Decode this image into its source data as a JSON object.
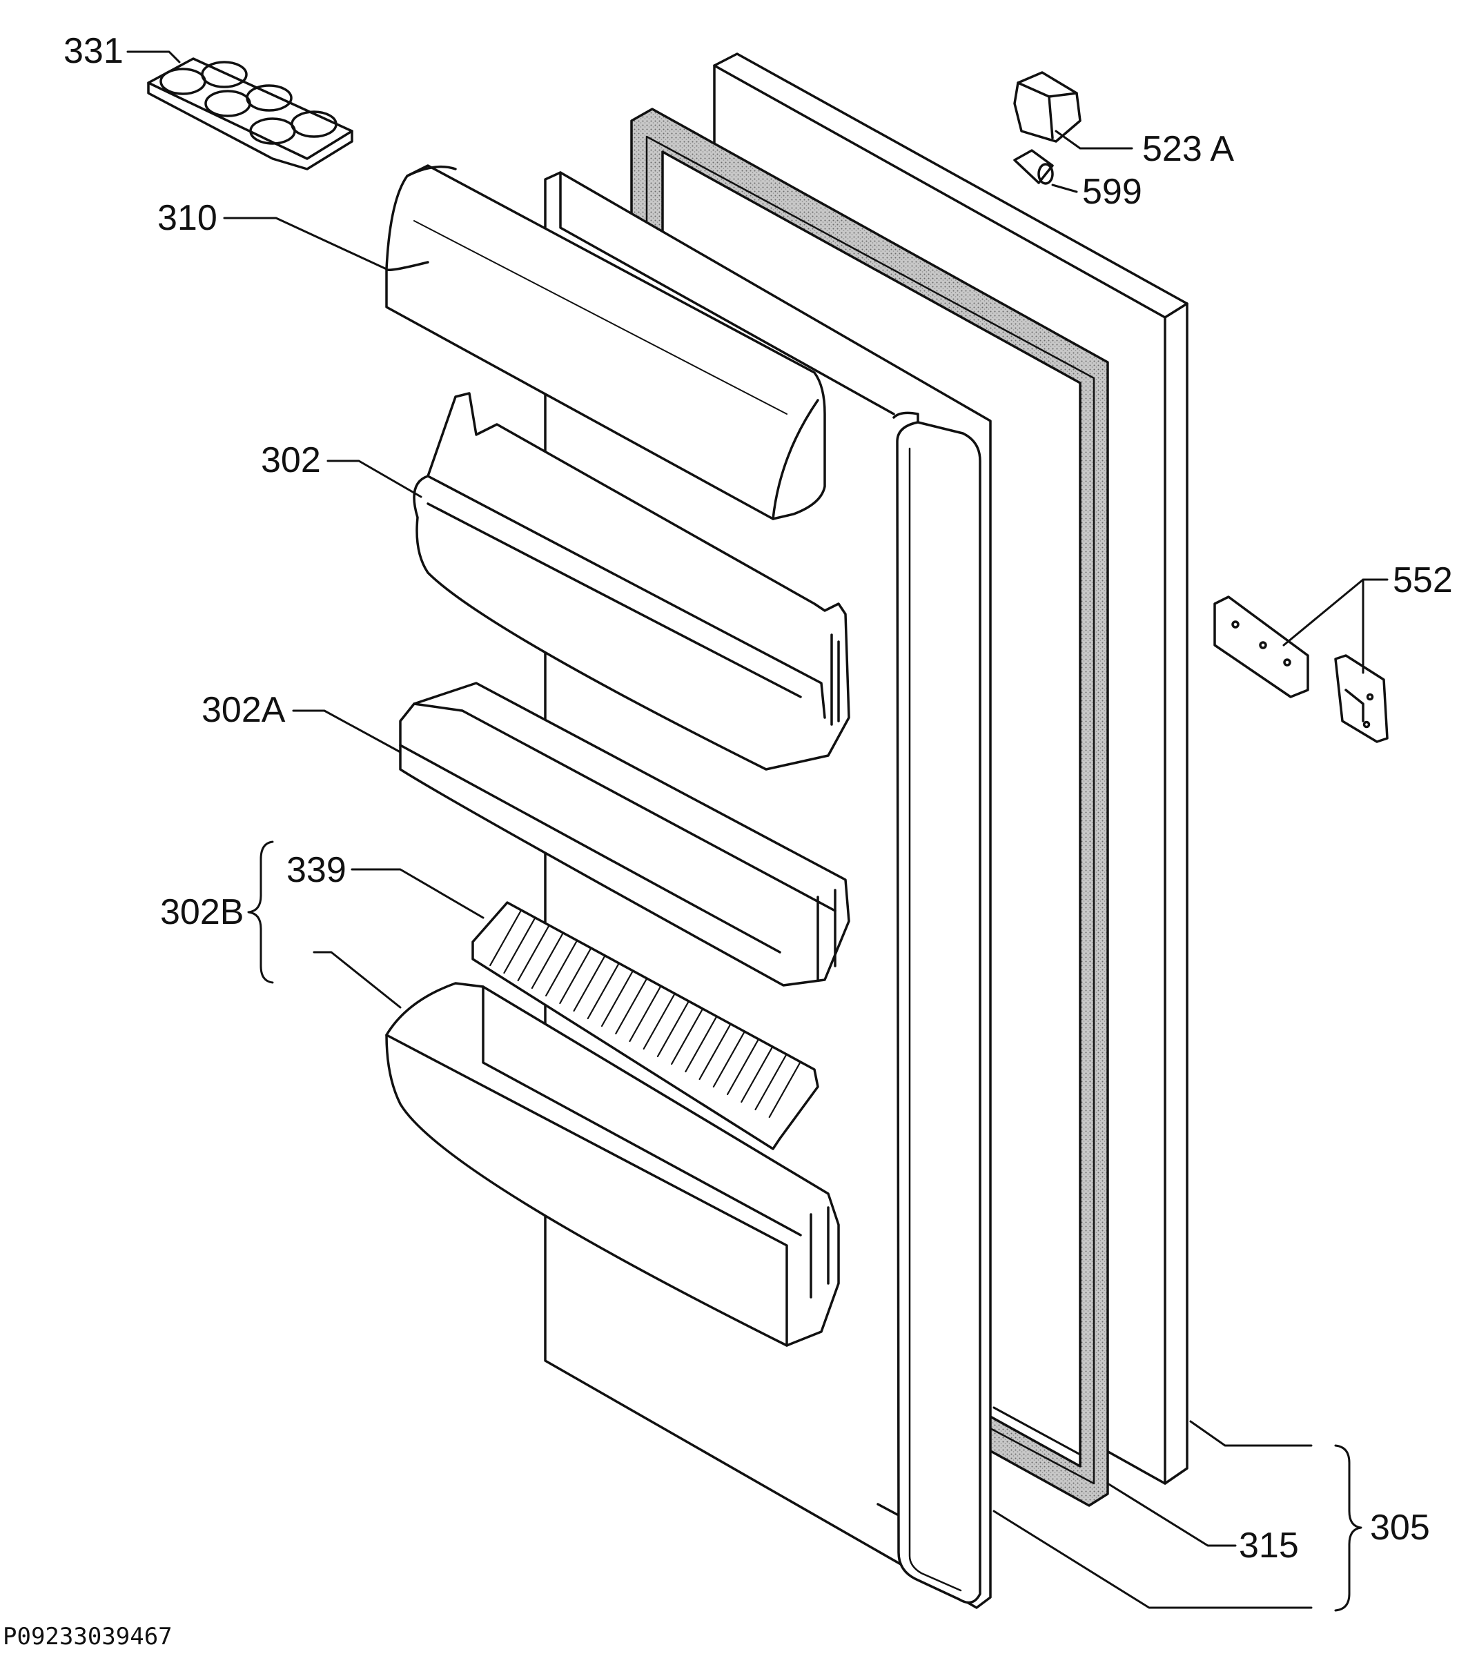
{
  "diagram": {
    "labels": {
      "l331": "331",
      "l310": "310",
      "l302": "302",
      "l302A": "302A",
      "l302B": "302B",
      "l339": "339",
      "l523A": "523 A",
      "l599": "599",
      "l552": "552",
      "l315": "315",
      "l305": "305"
    },
    "drawing_code": "P09233039467",
    "colors": {
      "line": "#111111",
      "gasket": "#9a9a9a",
      "background": "#ffffff"
    }
  }
}
